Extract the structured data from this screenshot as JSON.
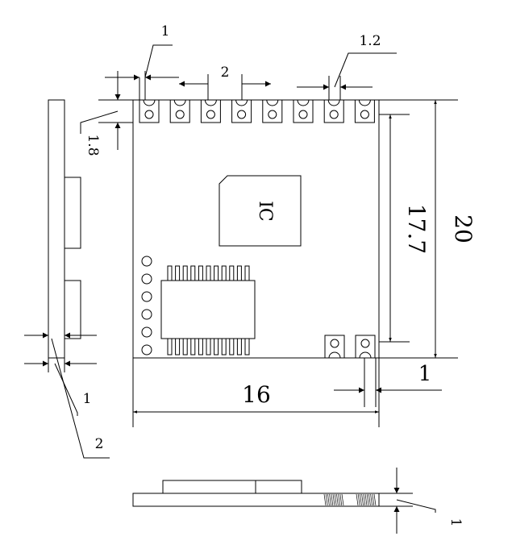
{
  "dimensions": {
    "pad_width": "1",
    "pad_pitch": "2",
    "pad_length_top": "1.2",
    "edge_offset": "1.8",
    "inner_height": "17.7",
    "total_height": "20",
    "bottom_right_pad": "1",
    "board_width": "16",
    "side_pad": "1",
    "side_pitch": "2",
    "thickness": "1"
  },
  "labels": {
    "chip": "IC"
  },
  "pads": {
    "top_count": 8,
    "bottom_right_count": 2,
    "left_holes": 6,
    "soic_pins_per_side": 11
  },
  "colors": {
    "line": "#000000",
    "background": "#ffffff"
  }
}
